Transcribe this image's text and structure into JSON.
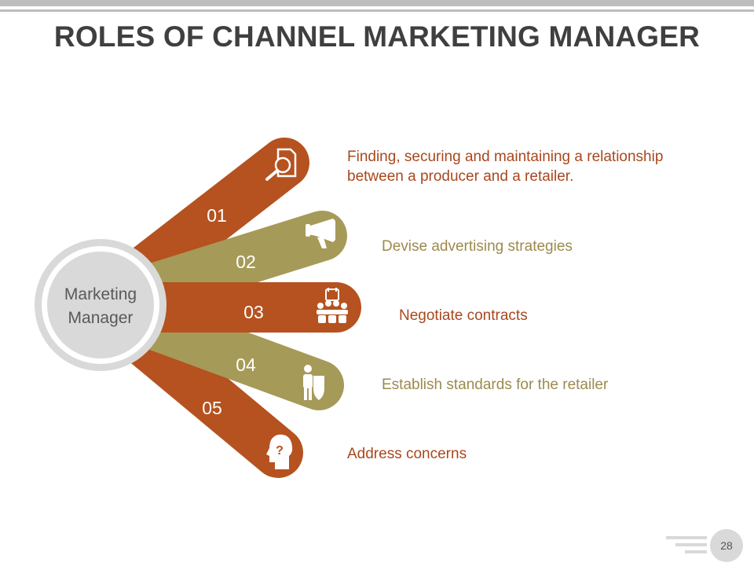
{
  "title": "ROLES OF CHANNEL MARKETING MANAGER",
  "center_label": [
    "Marketing",
    "Manager"
  ],
  "colors": {
    "rust": "#B5521F",
    "olive": "#A69A58",
    "title": "#3F3F3F",
    "circle": "#D9D9D9"
  },
  "items": [
    {
      "number": "01",
      "icon": "document-search-icon",
      "text": "Finding, securing and maintaining a relationship between a producer and a retailer.",
      "color": "rust"
    },
    {
      "number": "02",
      "icon": "megaphone-icon",
      "text": "Devise advertising strategies",
      "color": "olive"
    },
    {
      "number": "03",
      "icon": "meeting-icon",
      "text": "Negotiate contracts",
      "color": "rust"
    },
    {
      "number": "04",
      "icon": "person-shield-icon",
      "text": "Establish standards for the retailer",
      "color": "olive"
    },
    {
      "number": "05",
      "icon": "head-question-icon",
      "text": "Address concerns",
      "color": "rust"
    }
  ],
  "page_number": "28"
}
